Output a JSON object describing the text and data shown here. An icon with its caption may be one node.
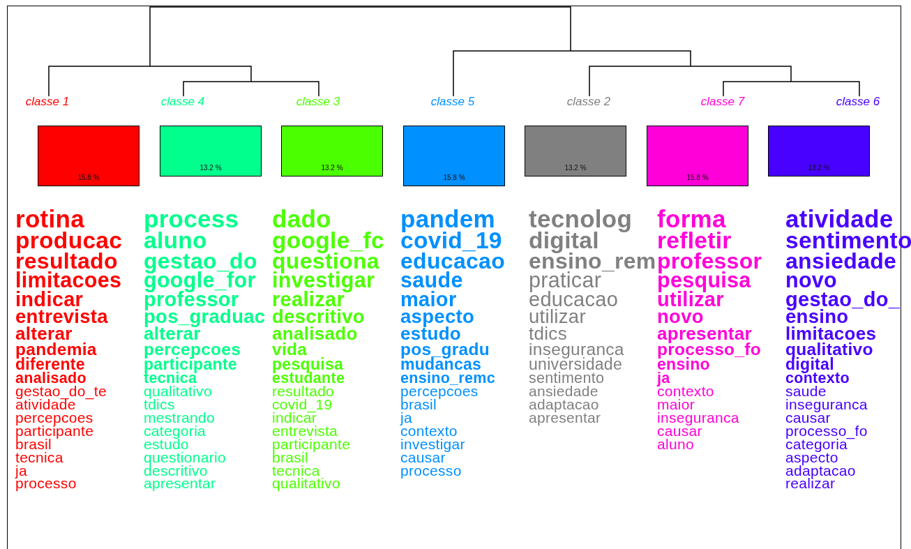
{
  "diagram": {
    "nodes": [
      {
        "text": [
          "classe  1",
          "15.8 %"
        ],
        "beside": [
          "rotina",
          "producac",
          "resultado",
          "limitacoes",
          "indicar",
          "entrevista",
          "alterar",
          "pandemia",
          "diferente",
          "analisado",
          "gestao_do_te",
          "atividade",
          "percepcoes",
          "participante",
          "brasil",
          "tecnica",
          "ja",
          "processo"
        ]
      },
      {
        "text": [
          "classe  4",
          "13.2 %"
        ],
        "beside": [
          "process",
          "aluno",
          "gestao_do",
          "google_for",
          "professor",
          "pos_graduac",
          "alterar",
          "percepcoes",
          "participante",
          "tecnica",
          "qualitativo",
          "tdics",
          "mestrando",
          "categoria",
          "estudo",
          "questionario",
          "descritivo",
          "apresentar"
        ]
      },
      {
        "text": [
          "classe  3",
          "13.2 %"
        ],
        "beside": [
          "dado",
          "google_fc",
          "questiona",
          "investigar",
          "realizar",
          "descritivo",
          "analisado",
          "vida",
          "pesquisa",
          "estudante",
          "resultado",
          "covid_19",
          "indicar",
          "entrevista",
          "participante",
          "brasil",
          "tecnica",
          "qualitativo"
        ]
      },
      {
        "text": [
          "classe  5",
          "15.8 %"
        ],
        "beside": [
          "pandem",
          "covid_19",
          "educacao",
          "saude",
          "maior",
          "aspecto",
          "estudo",
          "pos_gradu",
          "mudancas",
          "ensino_remc",
          "percepcoes",
          "brasil",
          "ja",
          "contexto",
          "investigar",
          "causar",
          "processo"
        ]
      },
      {
        "text": [
          "classe  2",
          "13.2 %"
        ],
        "beside": [
          "tecnolog",
          "digital",
          "ensino_rem",
          "praticar",
          "educacao",
          "utilizar",
          "tdics",
          "inseguranca",
          "universidade",
          "sentimento",
          "ansiedade",
          "adaptacao",
          "apresentar"
        ]
      },
      {
        "text": [
          "classe  7",
          "15.8 %"
        ],
        "beside": [
          "forma",
          "refletir",
          "professor",
          "pesquisa",
          "utilizar",
          "novo",
          "apresentar",
          "processo_fo",
          "ensino",
          "ja",
          "contexto",
          "maior",
          "inseguranca",
          "causar",
          "aluno"
        ]
      },
      {
        "text": [
          "classe  6",
          "13.2 %"
        ],
        "beside": [
          "atividade",
          "sentimento",
          "ansiedade",
          "novo",
          "gestao_do_",
          "ensino",
          "limitacoes",
          "qualitativo",
          "digital",
          "contexto",
          "saude",
          "inseguranca",
          "causar",
          "processo_fo",
          "categoria",
          "aspecto",
          "adaptacao",
          "realizar"
        ]
      }
    ]
  }
}
